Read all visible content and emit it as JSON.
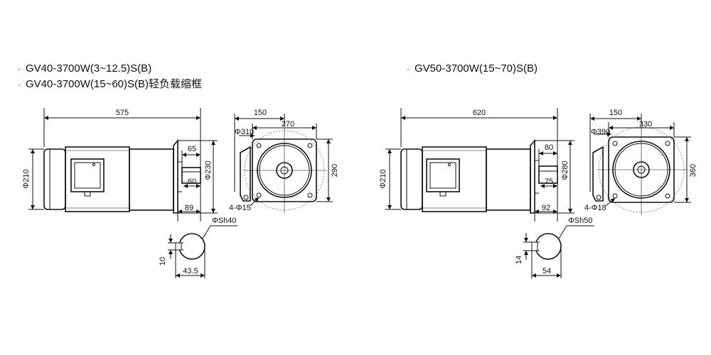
{
  "titles": {
    "left": [
      "GV40-3700W(3~12.5)S(B)",
      "GV40-3700W(15~60)S(B)轻负载缩框"
    ],
    "right": [
      "GV50-3700W(15~70)S(B)"
    ],
    "bullet": "·"
  },
  "left_drawing": {
    "length": "575",
    "motor_dia": "Φ210",
    "dim_65": "65",
    "dim_60": "60",
    "dim_89": "89",
    "flange_230": "Φ230",
    "front_150": "150",
    "front_270": "270",
    "front_310": "Φ310",
    "front_290": "290",
    "holes": "4-Φ15",
    "shaft": "ΦSh40",
    "key": "10",
    "keyway": "43.5"
  },
  "right_drawing": {
    "length": "620",
    "motor_dia": "Φ210",
    "dim_80": "80",
    "dim_75": "75",
    "dim_92": "92",
    "flange_280": "Φ280",
    "front_150": "150",
    "front_330": "330",
    "front_390": "Φ390",
    "front_360": "360",
    "holes": "4-Φ18",
    "shaft": "ΦSh50",
    "key": "14",
    "keyway": "54"
  }
}
